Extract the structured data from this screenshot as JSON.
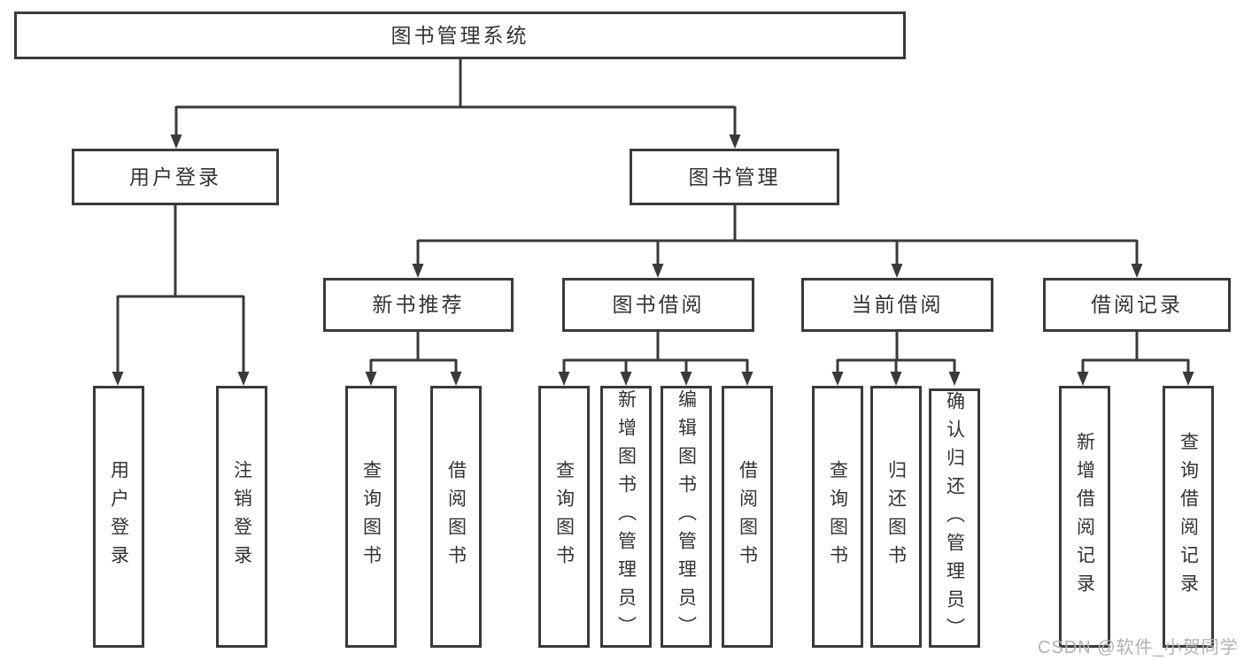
{
  "diagram": {
    "root": {
      "label": "图书管理系统"
    },
    "branches": [
      {
        "label": "用户登录",
        "children": [
          {
            "label": "用户登录"
          },
          {
            "label": "注销登录"
          }
        ]
      },
      {
        "label": "图书管理",
        "groups": [
          {
            "label": "新书推荐",
            "children": [
              {
                "label": "查询图书"
              },
              {
                "label": "借阅图书"
              }
            ]
          },
          {
            "label": "图书借阅",
            "children": [
              {
                "label": "查询图书"
              },
              {
                "label": "新增图书（管理员）"
              },
              {
                "label": "编辑图书（管理员）"
              },
              {
                "label": "借阅图书"
              }
            ]
          },
          {
            "label": "当前借阅",
            "children": [
              {
                "label": "查询图书"
              },
              {
                "label": "归还图书"
              },
              {
                "label": "确认归还（管理员）"
              }
            ]
          },
          {
            "label": "借阅记录",
            "children": [
              {
                "label": "新增借阅记录"
              },
              {
                "label": "查询借阅记录"
              }
            ]
          }
        ]
      }
    ]
  },
  "watermark": {
    "text": "CSDN @软件_小贺同学"
  },
  "colors": {
    "line": "#3a3a3a",
    "text": "#333333",
    "watermark": "#b2b2b2",
    "background": "#ffffff"
  }
}
